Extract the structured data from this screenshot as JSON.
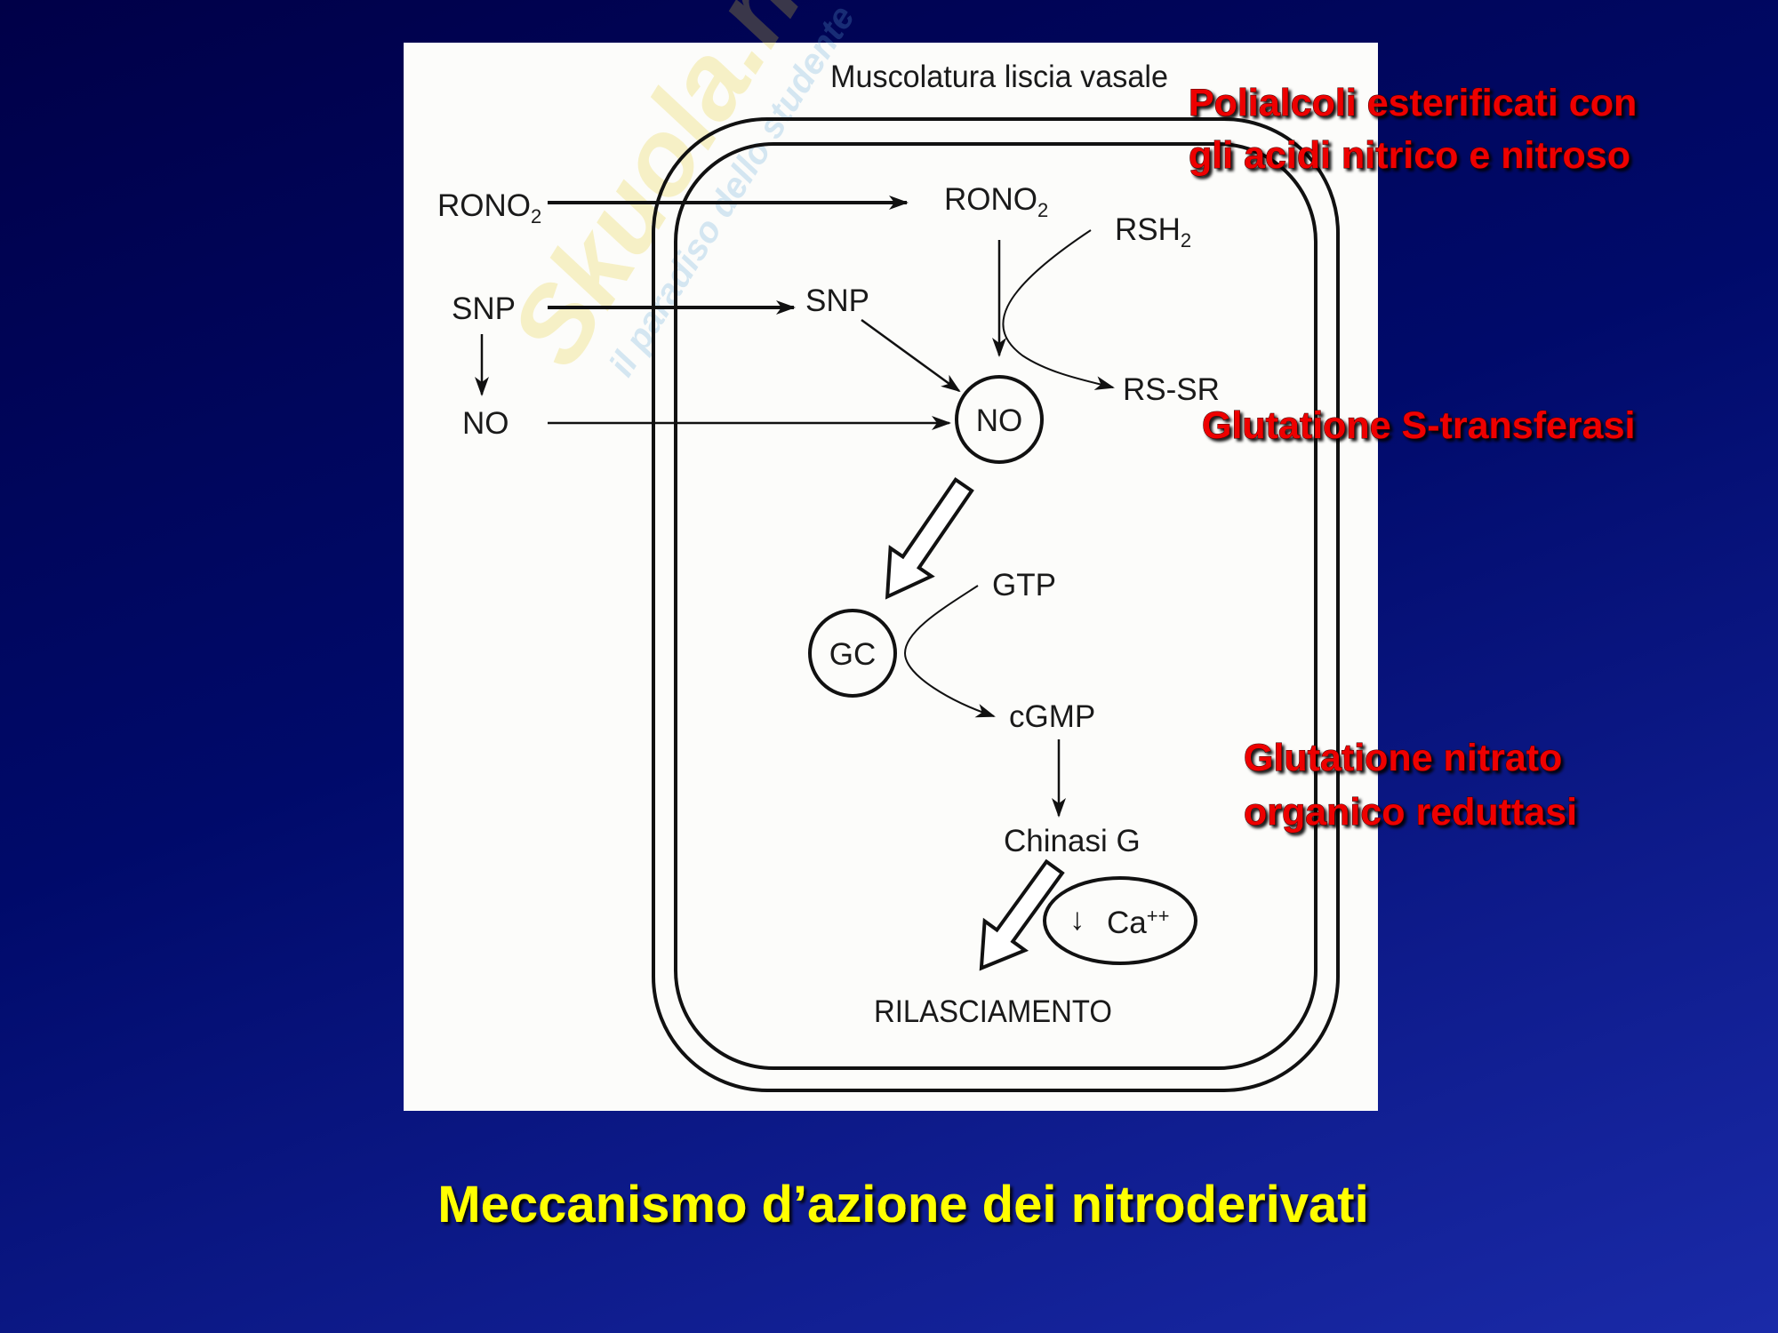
{
  "diagram": {
    "title": "Muscolatura liscia vasale",
    "outside": {
      "rono": "RONO",
      "rono_sub": "2",
      "snp": "SNP",
      "no": "NO"
    },
    "inside": {
      "rono": "RONO",
      "rono_sub": "2",
      "rsh": "RSH",
      "rsh_sub": "2",
      "snp": "SNP",
      "rs_sr": "RS-SR",
      "no": "NO",
      "gtp": "GTP",
      "gc": "GC",
      "cgmp": "cGMP",
      "chinasi": "Chinasi G",
      "ca_arrow": "↓",
      "ca": "Ca",
      "ca_sup": "++",
      "rilasciamento": "RILASCIAMENTO"
    }
  },
  "annotations": {
    "polialcoli_line1": "Polialcoli esterificati con",
    "polialcoli_line2": "gli acidi nitrico e nitroso",
    "gst": "Glutatione S-transferasi",
    "gnor_line1": "Glutatione nitrato",
    "gnor_line2": "organico reduttasi"
  },
  "slide_title": "Meccanismo d’azione dei nitroderivati",
  "watermark": {
    "brand": "Skuola.net",
    "tagline": "il paradiso dello studente"
  },
  "colors": {
    "annotation": "#ee0000",
    "title": "#ffff00",
    "background": "#000a6a"
  }
}
